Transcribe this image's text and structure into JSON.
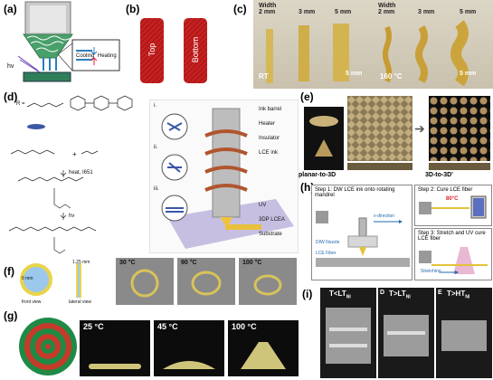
{
  "panels": {
    "a": {
      "label": "(a)",
      "hv": "hv",
      "cooling": "Cooling",
      "heating": "Heating"
    },
    "b": {
      "label": "(b)",
      "top": "Top",
      "bottom": "Bottom"
    },
    "c": {
      "label": "(c)",
      "labels": [
        "Width\n2 mm",
        "3 mm",
        "5 mm",
        "Width\n2 mm",
        "3 mm",
        "5 mm"
      ],
      "rt": "RT",
      "hot": "160 °C",
      "scale1": "5 mm",
      "scale2": "5 mm"
    },
    "d": {
      "label": "(d)",
      "r_eq": "R =",
      "heat": "heat, I651",
      "hv": "hv",
      "plus_amine": "+",
      "parts": [
        "Ink barrel",
        "Heater",
        "Insulator",
        "LCE ink",
        "UV",
        "3DP LCEA",
        "Substrate"
      ],
      "roman": [
        "i.",
        "ii.",
        "iii."
      ]
    },
    "e": {
      "label": "(e)",
      "planar": "planar-to-3D",
      "threeD": "3D-to-3D'"
    },
    "f": {
      "label": "(f)",
      "dim1": "6 mm",
      "dim2": "1.25 mm",
      "front": "front view",
      "lateral": "lateral view",
      "temps": [
        "30 °C",
        "90 °C",
        "100 °C"
      ]
    },
    "g": {
      "label": "(g)",
      "temps": [
        "25 °C",
        "45 °C",
        "100 °C"
      ]
    },
    "h": {
      "label": "(h)",
      "step1": "Step 1: DW LCE ink onto rotating mandrel",
      "xdir": "x-direction",
      "nozzle": "DIW Nozzle",
      "fiber": "LCE Fiber",
      "step2": "Step 2: Cure LCE fiber",
      "temp": "80°C",
      "step3": "Step 3: Stretch and UV cure LCE fiber",
      "stretching": "Stretching"
    },
    "i": {
      "label": "(i)",
      "t1": "T<LT",
      "t2": "T>LT",
      "t3": "T>HT",
      "sub": "NI",
      "letters": [
        "D",
        "E"
      ]
    }
  }
}
